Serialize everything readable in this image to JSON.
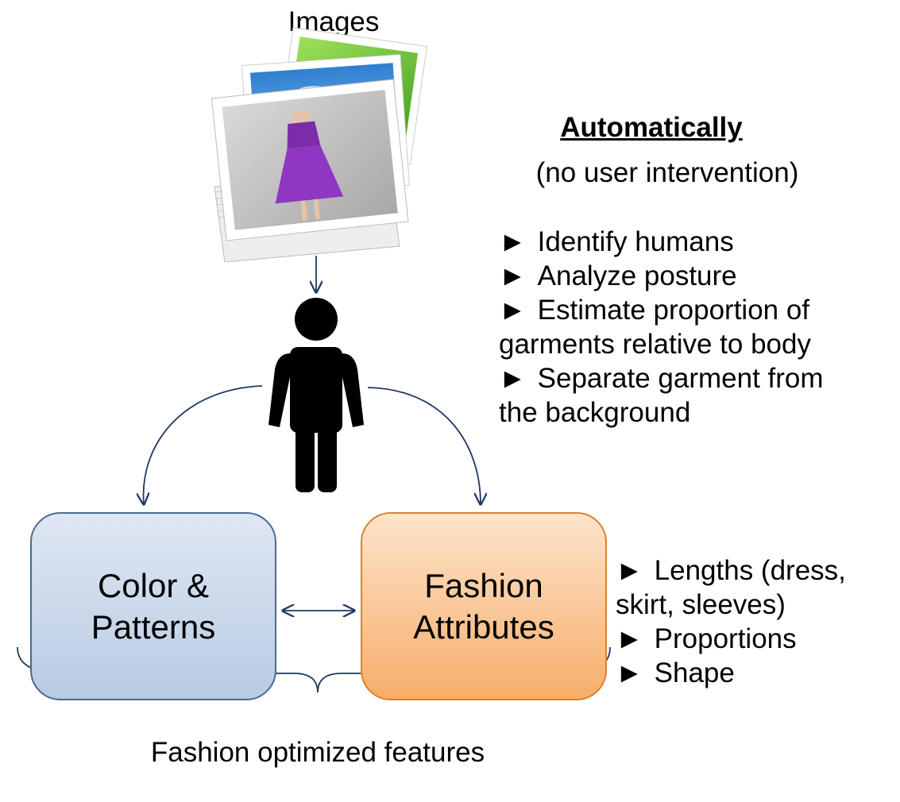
{
  "images_label": "Images",
  "automatic": {
    "heading": "Automatically",
    "subheading": "(no user intervention)",
    "steps": [
      "Identify humans",
      "Analyze posture",
      "Estimate proportion of",
      "garments relative to body",
      "Separate garment from",
      "the background"
    ],
    "step_arrows": [
      "►",
      "►",
      "►",
      "",
      "►",
      ""
    ]
  },
  "boxes": {
    "color_patterns": "Color &\nPatterns",
    "fashion_attributes": "Fashion\nAttributes"
  },
  "attributes": {
    "items": [
      "Lengths (dress,",
      "skirt, sleeves)",
      "Proportions",
      "Shape"
    ],
    "item_arrows": [
      "►",
      "",
      "►",
      "►"
    ]
  },
  "footer": "Fashion optimized features",
  "colors": {
    "arrow": "#1f3864",
    "color_box_border": "#4a6b8f",
    "fashion_box_border": "#d9822b",
    "dress": "#7b2ca8"
  }
}
